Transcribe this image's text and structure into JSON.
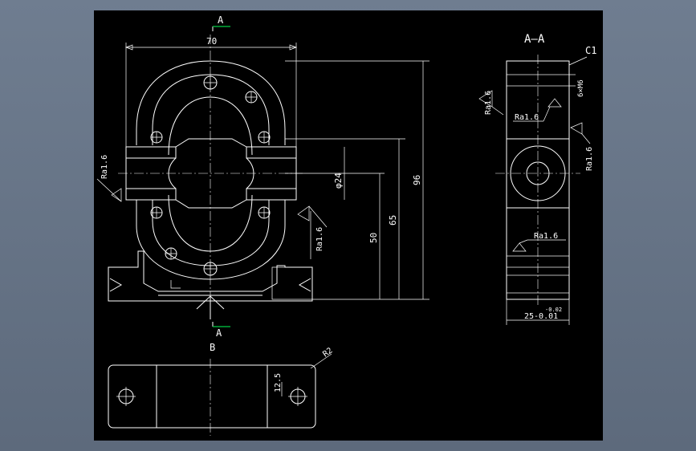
{
  "colors": {
    "background": "#6f7d90",
    "canvas": "#000000",
    "lines": "#ffffff",
    "section_marker_accent": "#00cc44"
  },
  "section_label_top": "A",
  "section_label_bottom": "A",
  "section_view_title": "A—A",
  "bottom_view_label": "B",
  "dimensions": {
    "width_70": "70",
    "height_96": "96",
    "height_65": "65",
    "height_50": "50",
    "bore_dia": "φ24",
    "slot_width": "25-0.01",
    "slot_tol": "-0.02",
    "chamfer": "C1",
    "hole_note": "6×M6",
    "fillet_r": "R2",
    "dim_12_5": "12.5"
  },
  "roughness": {
    "left_face": "Ra1.6",
    "right_face": "Ra1.6",
    "sec_left": "Ra1.6",
    "sec_top": "Ra1.6",
    "sec_right": "Ra1.6",
    "sec_bottom": "Ra1.6"
  }
}
